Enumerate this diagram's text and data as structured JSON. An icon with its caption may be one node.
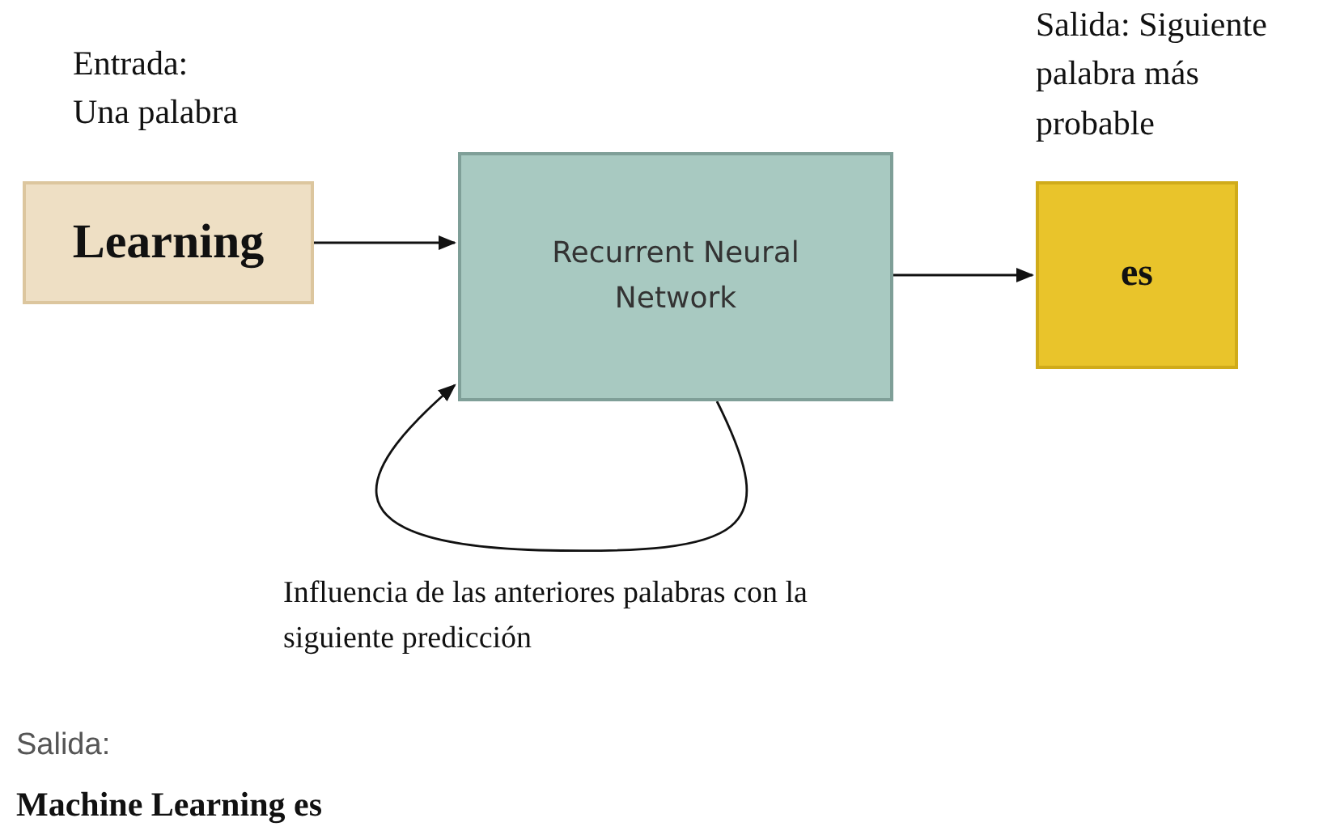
{
  "diagram": {
    "nodes": [
      {
        "text": [
          "Learning"
        ],
        "beside": [
          "Entrada: Una palabra"
        ]
      },
      {
        "text": [
          "Recurrent Neural Network"
        ]
      },
      {
        "text": [
          "es"
        ],
        "beside": [
          "Salida: Siguiente palabra más probable"
        ]
      }
    ],
    "edges": [
      {
        "from": 0,
        "to": 1,
        "arrow": "to"
      },
      {
        "from": 1,
        "to": 2,
        "arrow": "to"
      },
      {
        "from": 1,
        "to": 1,
        "arrow": "to",
        "label": "Influencia de las anteriores palabras con la siguiente predicción"
      }
    ],
    "labels": [
      "Salida:",
      "Machine Learning es"
    ]
  }
}
